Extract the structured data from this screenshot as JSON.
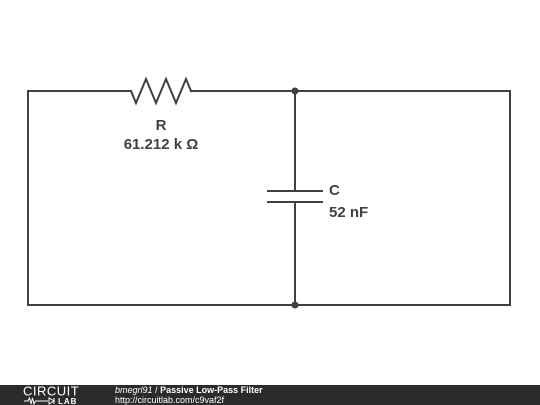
{
  "circuit": {
    "resistor": {
      "name": "R",
      "value": "61.212 k Ω"
    },
    "capacitor": {
      "name": "C",
      "value": "52 nF"
    }
  },
  "footer": {
    "logo_top": "CIRCUIT",
    "logo_bottom": "LAB",
    "author": "bmegrl91",
    "separator": "/",
    "title": "Passive Low-Pass Filter",
    "url": "http://circuitlab.com/c9vaf2f"
  },
  "colors": {
    "wire": "#3d4144",
    "footer_bg": "#2b2b2b",
    "text_light": "#ffffff"
  }
}
